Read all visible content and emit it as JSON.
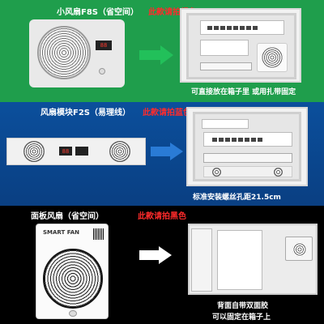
{
  "section1": {
    "title": "小风扇F8S（省空间）",
    "note": "此款请拍绿色",
    "display": "88",
    "caption": "可直接放在箱子里 或用扎带固定"
  },
  "section2": {
    "title": "风扇模块F2S（易理线）",
    "note": "此款请拍蓝色",
    "display": "88",
    "caption": "标准安装螺丝孔距21.5cm"
  },
  "section3": {
    "title": "面板风扇（省空间）",
    "note": "此款请拍黑色",
    "fan_label": "SMART FAN",
    "caption_line1": "背面自带双面胶",
    "caption_line2": "可以固定在箱子上"
  },
  "colors": {
    "green_bg": "#1f9e4c",
    "blue_bg": "#0b4f9c",
    "black_bg": "#000000",
    "note_red": "#ff2b2b",
    "arrow_green": "#22c05a",
    "arrow_blue": "#2a7bd6"
  }
}
